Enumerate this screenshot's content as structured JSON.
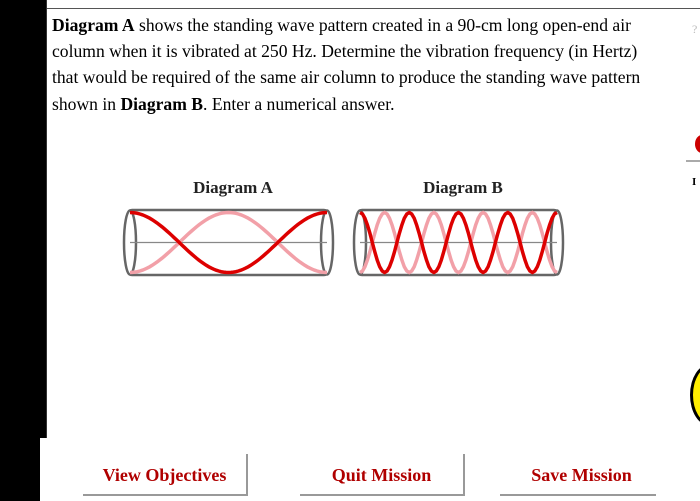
{
  "question": {
    "part1_bold": "Diagram A",
    "part2": " shows the standing wave pattern created in a 90-cm long open-end air column when it is vibrated at 250 Hz. Determine the vibration frequency (in Hertz) that would be required of the same air column to produce the standing wave pattern shown in ",
    "part3_bold": "Diagram B",
    "part4": ". Enter a numerical answer."
  },
  "diagrams": {
    "a_label": "Diagram A",
    "b_label": "Diagram B",
    "wave_color": "#dd0000",
    "wave_shadow_color": "#f2a0a8"
  },
  "buttons": {
    "objectives": "View Objectives",
    "quit": "Quit Mission",
    "save": "Save Mission"
  },
  "edge": {
    "letter": "I",
    "mark": "?"
  }
}
